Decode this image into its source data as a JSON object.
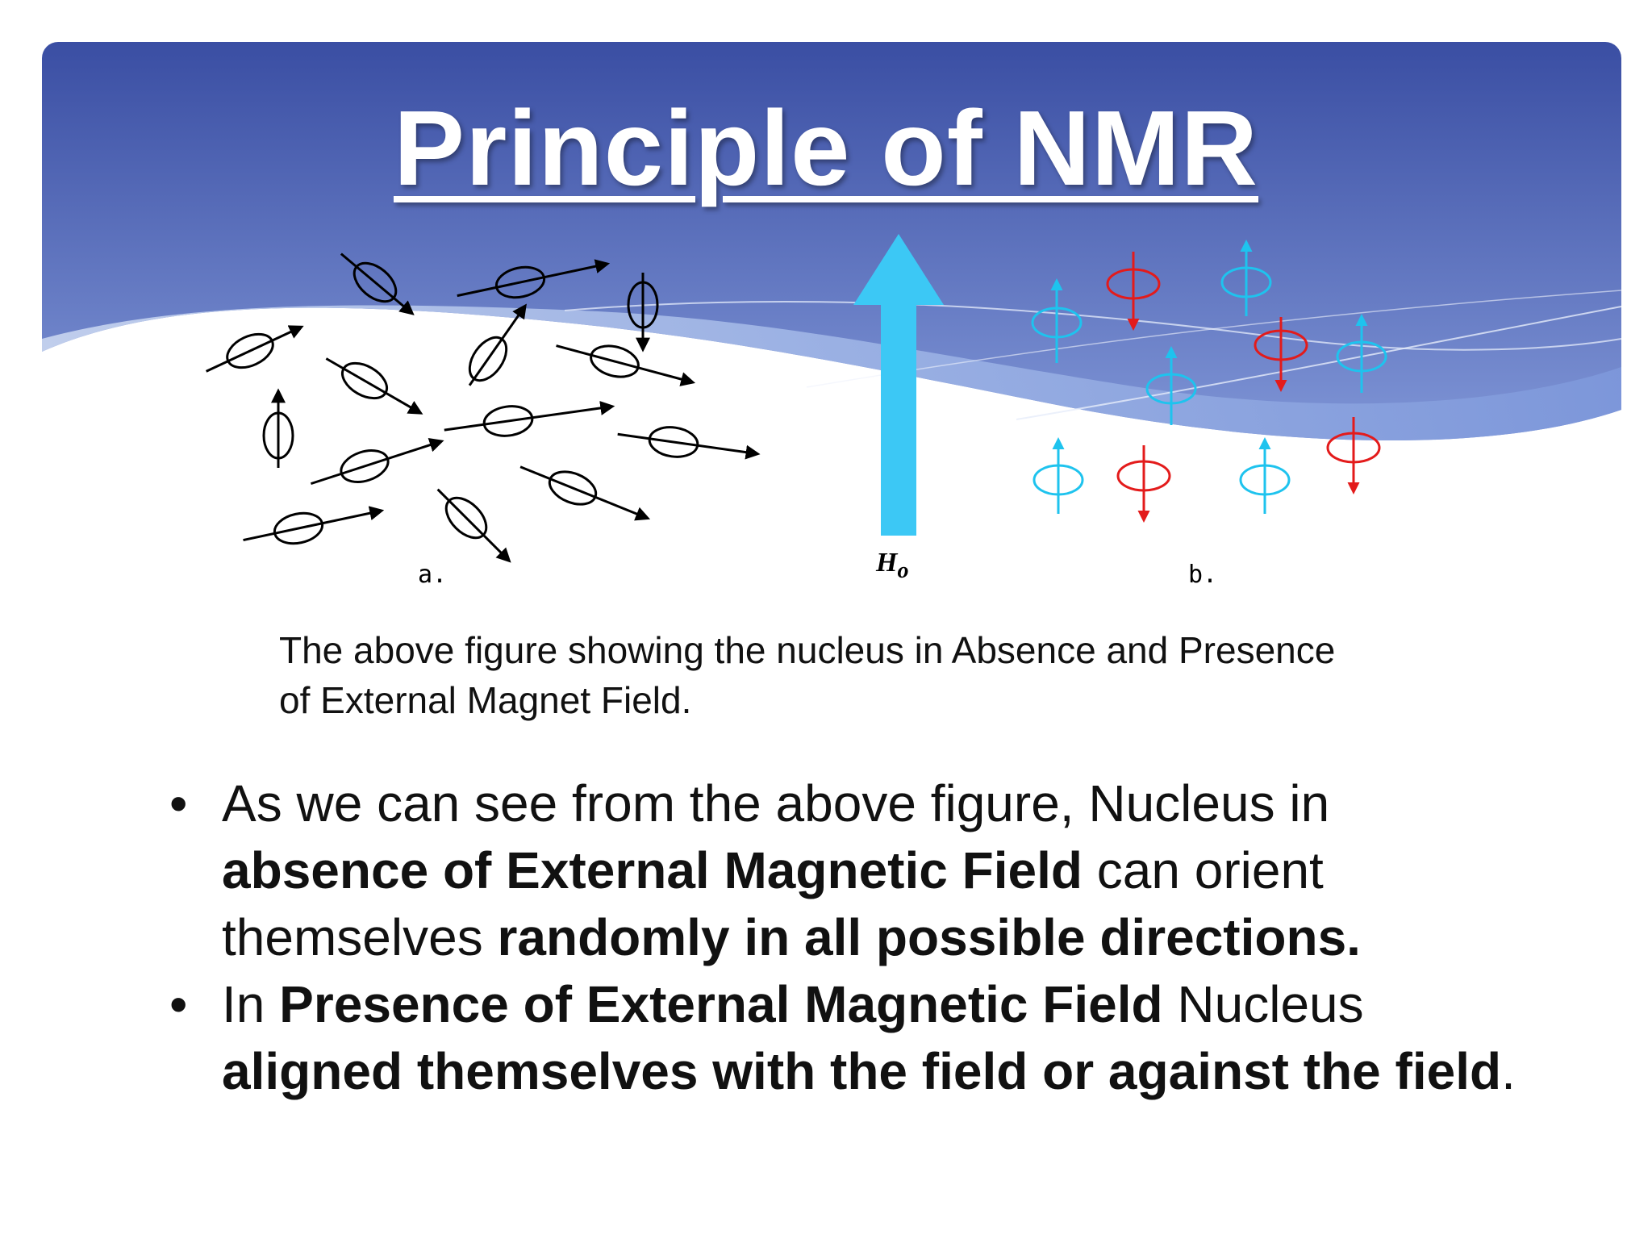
{
  "slide": {
    "title": "Principle of NMR",
    "figure": {
      "label_a": "a.",
      "label_b": "b.",
      "field_symbol": "H",
      "field_subscript": "o"
    },
    "caption_line1": "The above figure showing the nucleus in Absence and Presence",
    "caption_line2": "of External Magnet Field.",
    "bullets": [
      {
        "t1": "As we can see from the above figure, Nucleus in ",
        "b1": "absence of External Magnetic Field",
        "t2": " can orient themselves ",
        "b2": "randomly in all possible directions.",
        "t3": ""
      },
      {
        "t1": "In ",
        "b1": "Presence of External Magnetic Field",
        "t2": " Nucleus ",
        "b2": "aligned themselves with the field or against the field",
        "t3": "."
      }
    ],
    "bullet_symbol": "•"
  },
  "colors": {
    "banner_top": "#3a4ea3",
    "banner_bottom": "#7f95d6",
    "arrow_cyan": "#3cc8f5",
    "spin_red": "#e31b1b",
    "spin_cyan": "#1ec3ee"
  }
}
